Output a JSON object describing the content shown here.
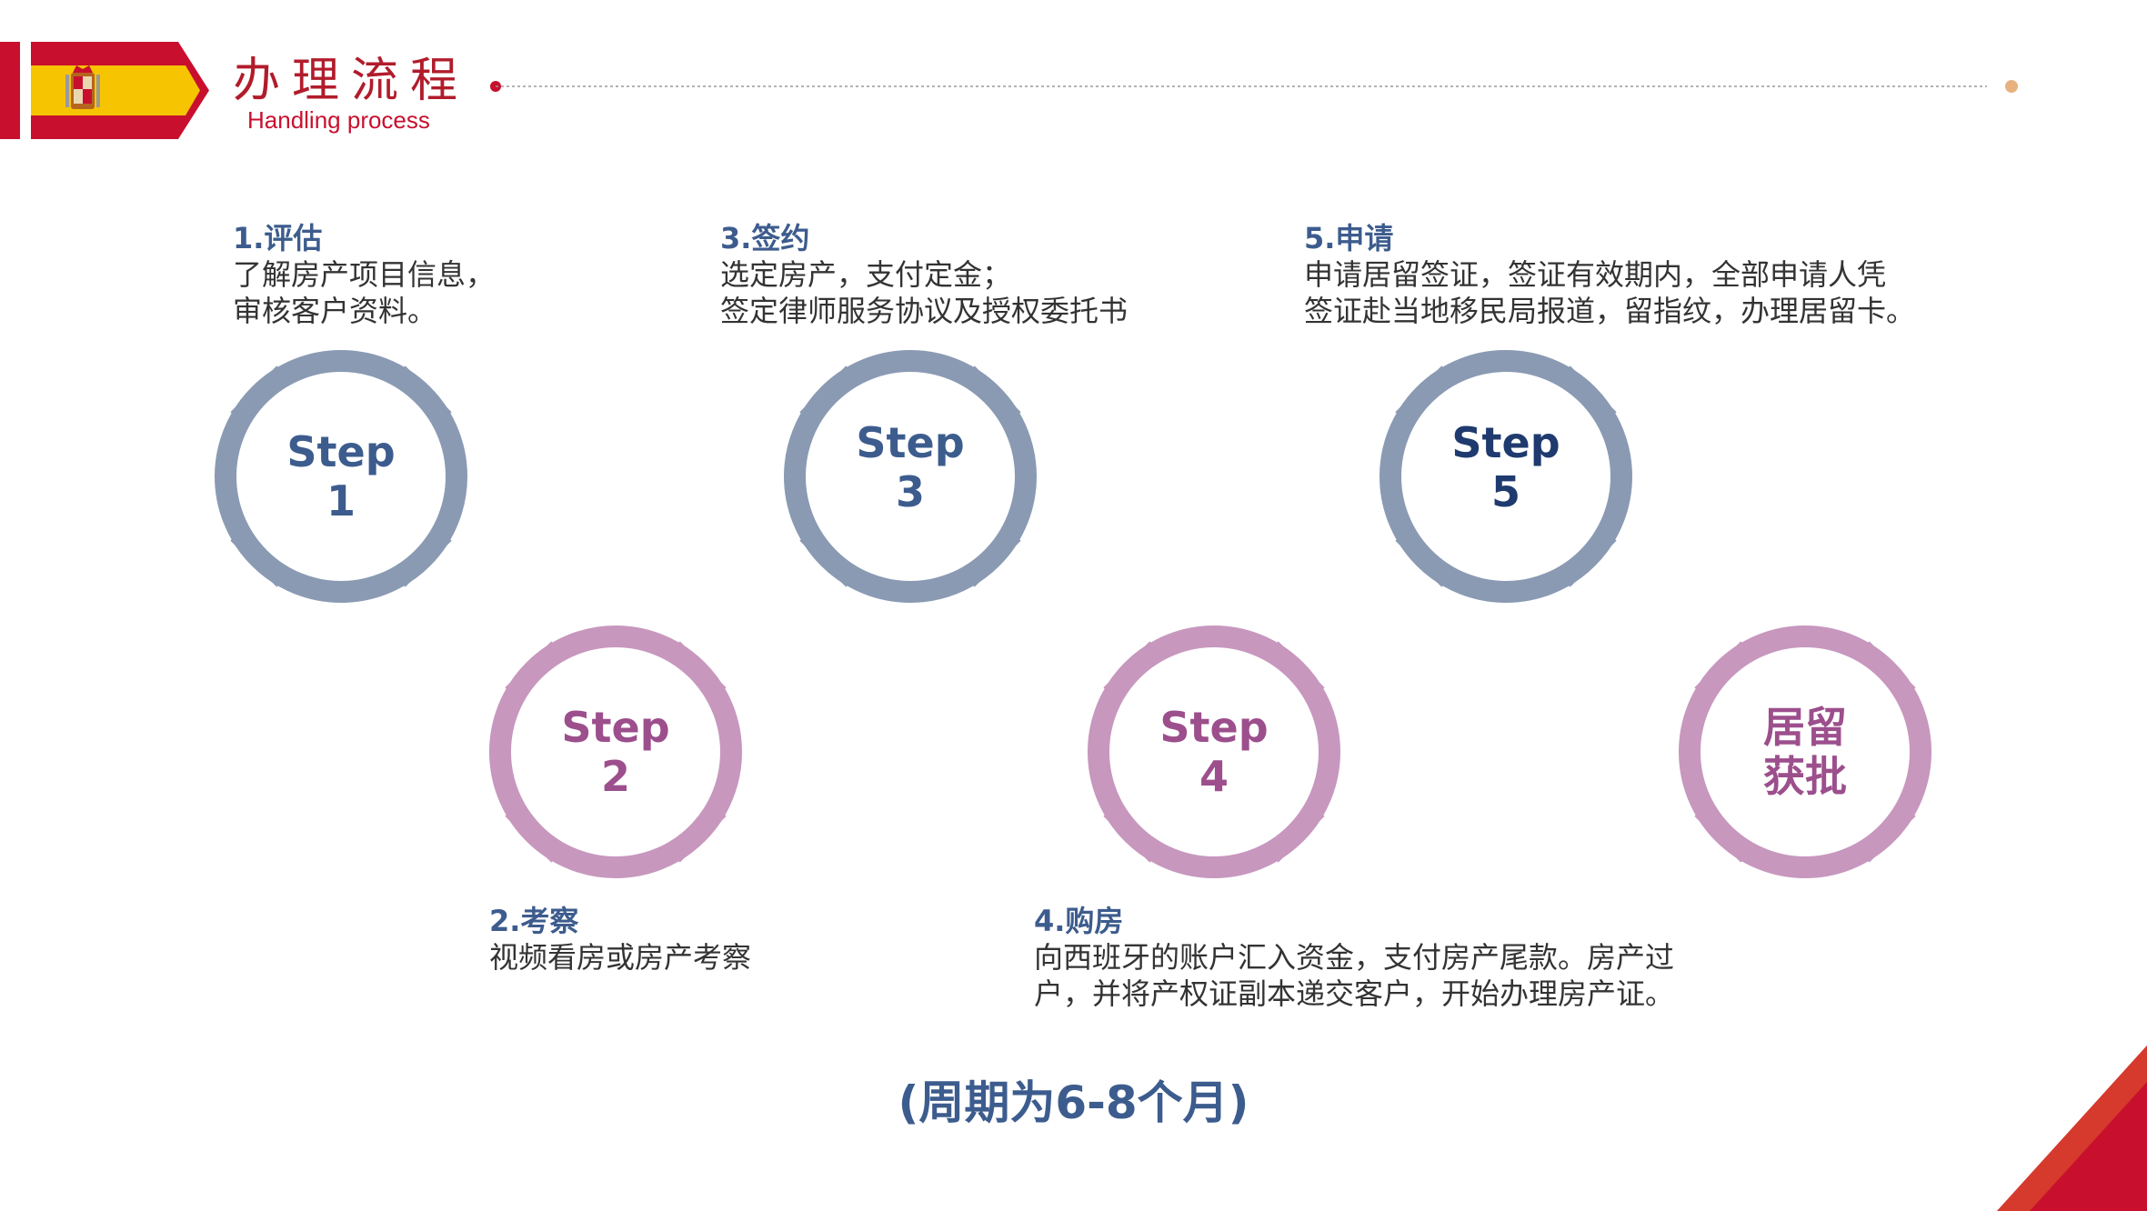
{
  "header": {
    "title_cn": "办理流程",
    "title_en": "Handling process"
  },
  "colors": {
    "brand_red": "#c8102e",
    "flag_yellow": "#f6c400",
    "heading_blue": "#3d5c8e",
    "ring_blue": "#8a9ab3",
    "ring_purple": "#c797be",
    "label_purple": "#9c4f8c",
    "label_navy": "#1f3a6e"
  },
  "steps": [
    {
      "heading": "1.评估",
      "lines": [
        "了解房产项目信息，",
        "审核客户资料。"
      ],
      "circle_line1": "Step",
      "circle_line2": "1"
    },
    {
      "heading": "2.考察",
      "lines": [
        "视频看房或房产考察"
      ],
      "circle_line1": "Step",
      "circle_line2": "2"
    },
    {
      "heading": "3.签约",
      "lines": [
        "选定房产，支付定金；",
        "签定律师服务协议及授权委托书"
      ],
      "circle_line1": "Step",
      "circle_line2": "3"
    },
    {
      "heading": "4.购房",
      "lines": [
        "向西班牙的账户汇入资金，支付房产尾款。房产过",
        "户，并将产权证副本递交客户，开始办理房产证。"
      ],
      "circle_line1": "Step",
      "circle_line2": "4"
    },
    {
      "heading": "5.申请",
      "lines": [
        "申请居留签证，签证有效期内，全部申请人凭",
        "签证赴当地移民局报道，留指纹，办理居留卡。"
      ],
      "circle_line1": "Step",
      "circle_line2": "5"
    }
  ],
  "final": {
    "line1": "居留",
    "line2": "获批"
  },
  "cycle_note": "(周期为6-8个月)"
}
